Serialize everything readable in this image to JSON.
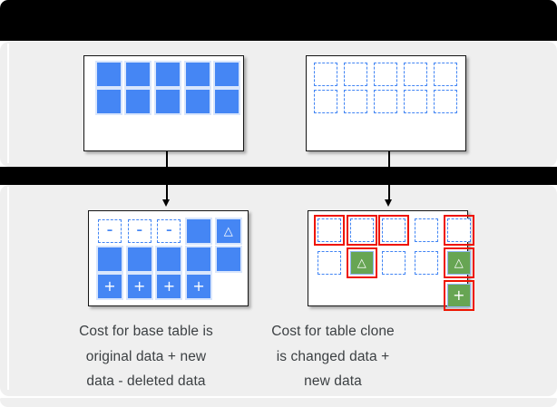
{
  "colors": {
    "blue_square": "#4586f4",
    "blue_halo": "#d9e6fc",
    "dashed_border_blue": "#4285f4",
    "green_square": "#67a553",
    "red_ring": "#ee1400",
    "panel_gray": "#efefef",
    "bar_black": "#000000",
    "caption_text": "#3c4043"
  },
  "glyphs": {
    "minus": "–",
    "plus": "+",
    "delta": "△"
  },
  "boxes": {
    "top_left": {
      "cells": [
        {
          "t": "solid"
        },
        {
          "t": "solid"
        },
        {
          "t": "solid"
        },
        {
          "t": "solid"
        },
        {
          "t": "solid"
        },
        {
          "t": "solid"
        },
        {
          "t": "solid"
        },
        {
          "t": "solid"
        },
        {
          "t": "solid"
        },
        {
          "t": "solid"
        }
      ]
    },
    "top_right": {
      "cells": [
        {
          "t": "dashed"
        },
        {
          "t": "dashed"
        },
        {
          "t": "dashed"
        },
        {
          "t": "dashed"
        },
        {
          "t": "dashed"
        },
        {
          "t": "dashed"
        },
        {
          "t": "dashed"
        },
        {
          "t": "dashed"
        },
        {
          "t": "dashed"
        },
        {
          "t": "dashed"
        }
      ]
    },
    "bottom_left": {
      "cells": [
        {
          "t": "dashed",
          "g": "minus"
        },
        {
          "t": "dashed",
          "g": "minus"
        },
        {
          "t": "dashed",
          "g": "minus"
        },
        {
          "t": "solid"
        },
        {
          "t": "solid",
          "g": "delta"
        },
        {
          "t": "solid"
        },
        {
          "t": "solid"
        },
        {
          "t": "solid"
        },
        {
          "t": "solid"
        },
        {
          "t": "solid"
        },
        {
          "t": "solid",
          "g": "plus"
        },
        {
          "t": "solid",
          "g": "plus"
        },
        {
          "t": "solid",
          "g": "plus"
        },
        {
          "t": "solid",
          "g": "plus"
        },
        {
          "t": "empty"
        }
      ]
    },
    "bottom_right": {
      "cells": [
        {
          "t": "dashed",
          "r": true
        },
        {
          "t": "dashed",
          "r": true
        },
        {
          "t": "dashed",
          "r": true
        },
        {
          "t": "dashed"
        },
        {
          "t": "dashed",
          "r": true
        },
        {
          "t": "dashed"
        },
        {
          "t": "green",
          "g": "delta",
          "r": true
        },
        {
          "t": "dashed"
        },
        {
          "t": "dashed"
        },
        {
          "t": "green",
          "g": "delta",
          "r": true
        },
        {
          "t": "empty"
        },
        {
          "t": "empty"
        },
        {
          "t": "empty"
        },
        {
          "t": "empty"
        },
        {
          "t": "green",
          "g": "plus",
          "r": true
        }
      ]
    }
  },
  "captions": {
    "left": {
      "lines": [
        "Cost for base table is",
        "original data + new",
        "data - deleted data"
      ]
    },
    "right": {
      "lines": [
        "Cost for table clone",
        "is changed data +",
        "new data"
      ]
    }
  }
}
